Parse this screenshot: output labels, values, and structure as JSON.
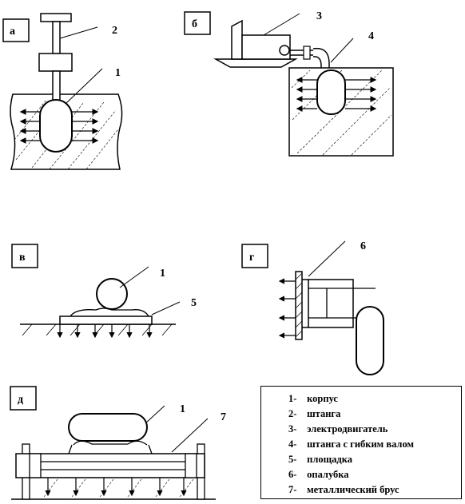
{
  "panels": {
    "a": {
      "label": "а",
      "callouts": [
        "2",
        "1"
      ]
    },
    "b": {
      "label": "б",
      "callouts": [
        "3",
        "4"
      ]
    },
    "v": {
      "label": "в",
      "callouts": [
        "1",
        "5"
      ]
    },
    "g": {
      "label": "г",
      "callouts": [
        "6"
      ]
    },
    "d": {
      "label": "д",
      "callouts": [
        "1",
        "7"
      ]
    }
  },
  "legend": [
    {
      "num": "1-",
      "text": "корпус"
    },
    {
      "num": "2-",
      "text": "штанга"
    },
    {
      "num": "3-",
      "text": "электродвигатель"
    },
    {
      "num": "4-",
      "text": "штанга с гибким валом"
    },
    {
      "num": "5-",
      "text": "площадка"
    },
    {
      "num": "6-",
      "text": "опалубка"
    },
    {
      "num": "7-",
      "text": "металлический брус"
    }
  ]
}
